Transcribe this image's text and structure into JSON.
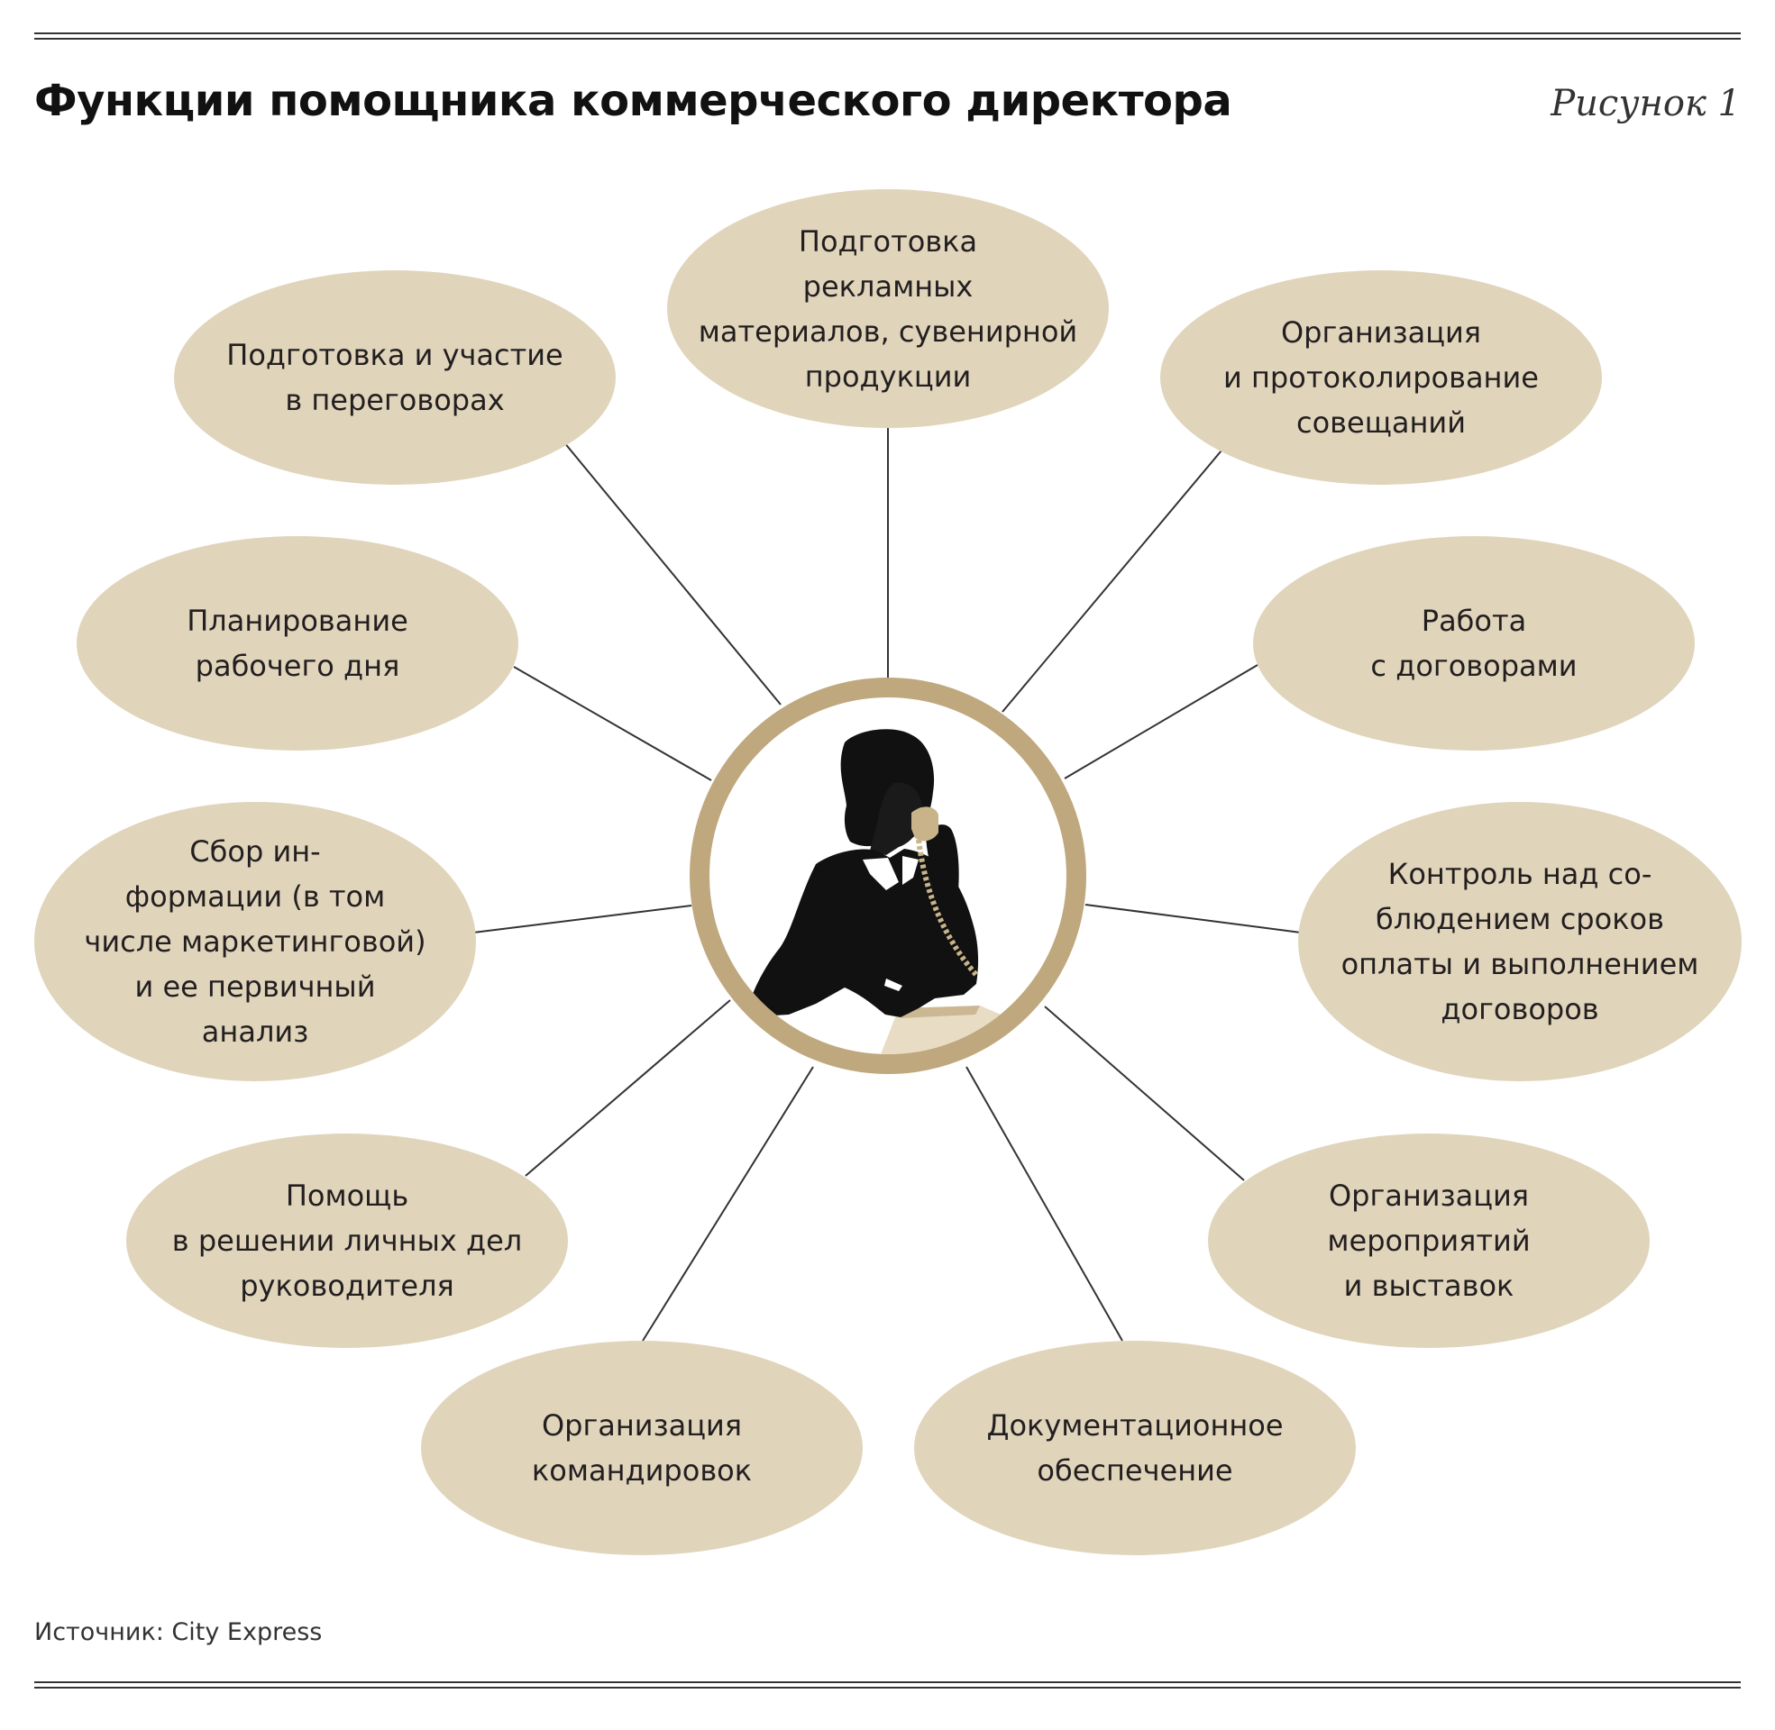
{
  "header": {
    "title": "Функции помощника коммерческого директора",
    "figure_label": "Рисунок 1"
  },
  "footer": {
    "source": "Источник: City Express"
  },
  "colors": {
    "node_fill": "#e0d4bb",
    "ring": "#bfa87e",
    "connector": "#333333",
    "silhouette": "#111111"
  },
  "center": {
    "icon": "woman-on-phone-silhouette-icon"
  },
  "nodes": [
    {
      "id": "ads",
      "text": "Подготовка\nрекламных\nматериалов, сувенирной\nпродукции"
    },
    {
      "id": "negotiations",
      "text": "Подготовка и участие\nв переговорах"
    },
    {
      "id": "meetings",
      "text": "Организация\nи протоколирование\nсовещаний"
    },
    {
      "id": "planning",
      "text": "Планирование\nрабочего дня"
    },
    {
      "id": "contracts",
      "text": "Работа\nс договорами"
    },
    {
      "id": "info",
      "text": "Сбор ин-\nформации (в том\nчисле маркетинговой)\nи ее первичный\nанализ"
    },
    {
      "id": "control",
      "text": "Контроль над со-\nблюдением сроков\nоплаты и выполнением\nдоговоров"
    },
    {
      "id": "personal",
      "text": "Помощь\nв решении личных дел\nруководителя"
    },
    {
      "id": "events",
      "text": "Организация\nмероприятий\nи выставок"
    },
    {
      "id": "trips",
      "text": "Организация\nкомандировок"
    },
    {
      "id": "docs",
      "text": "Документационное\nобеспечение"
    }
  ]
}
